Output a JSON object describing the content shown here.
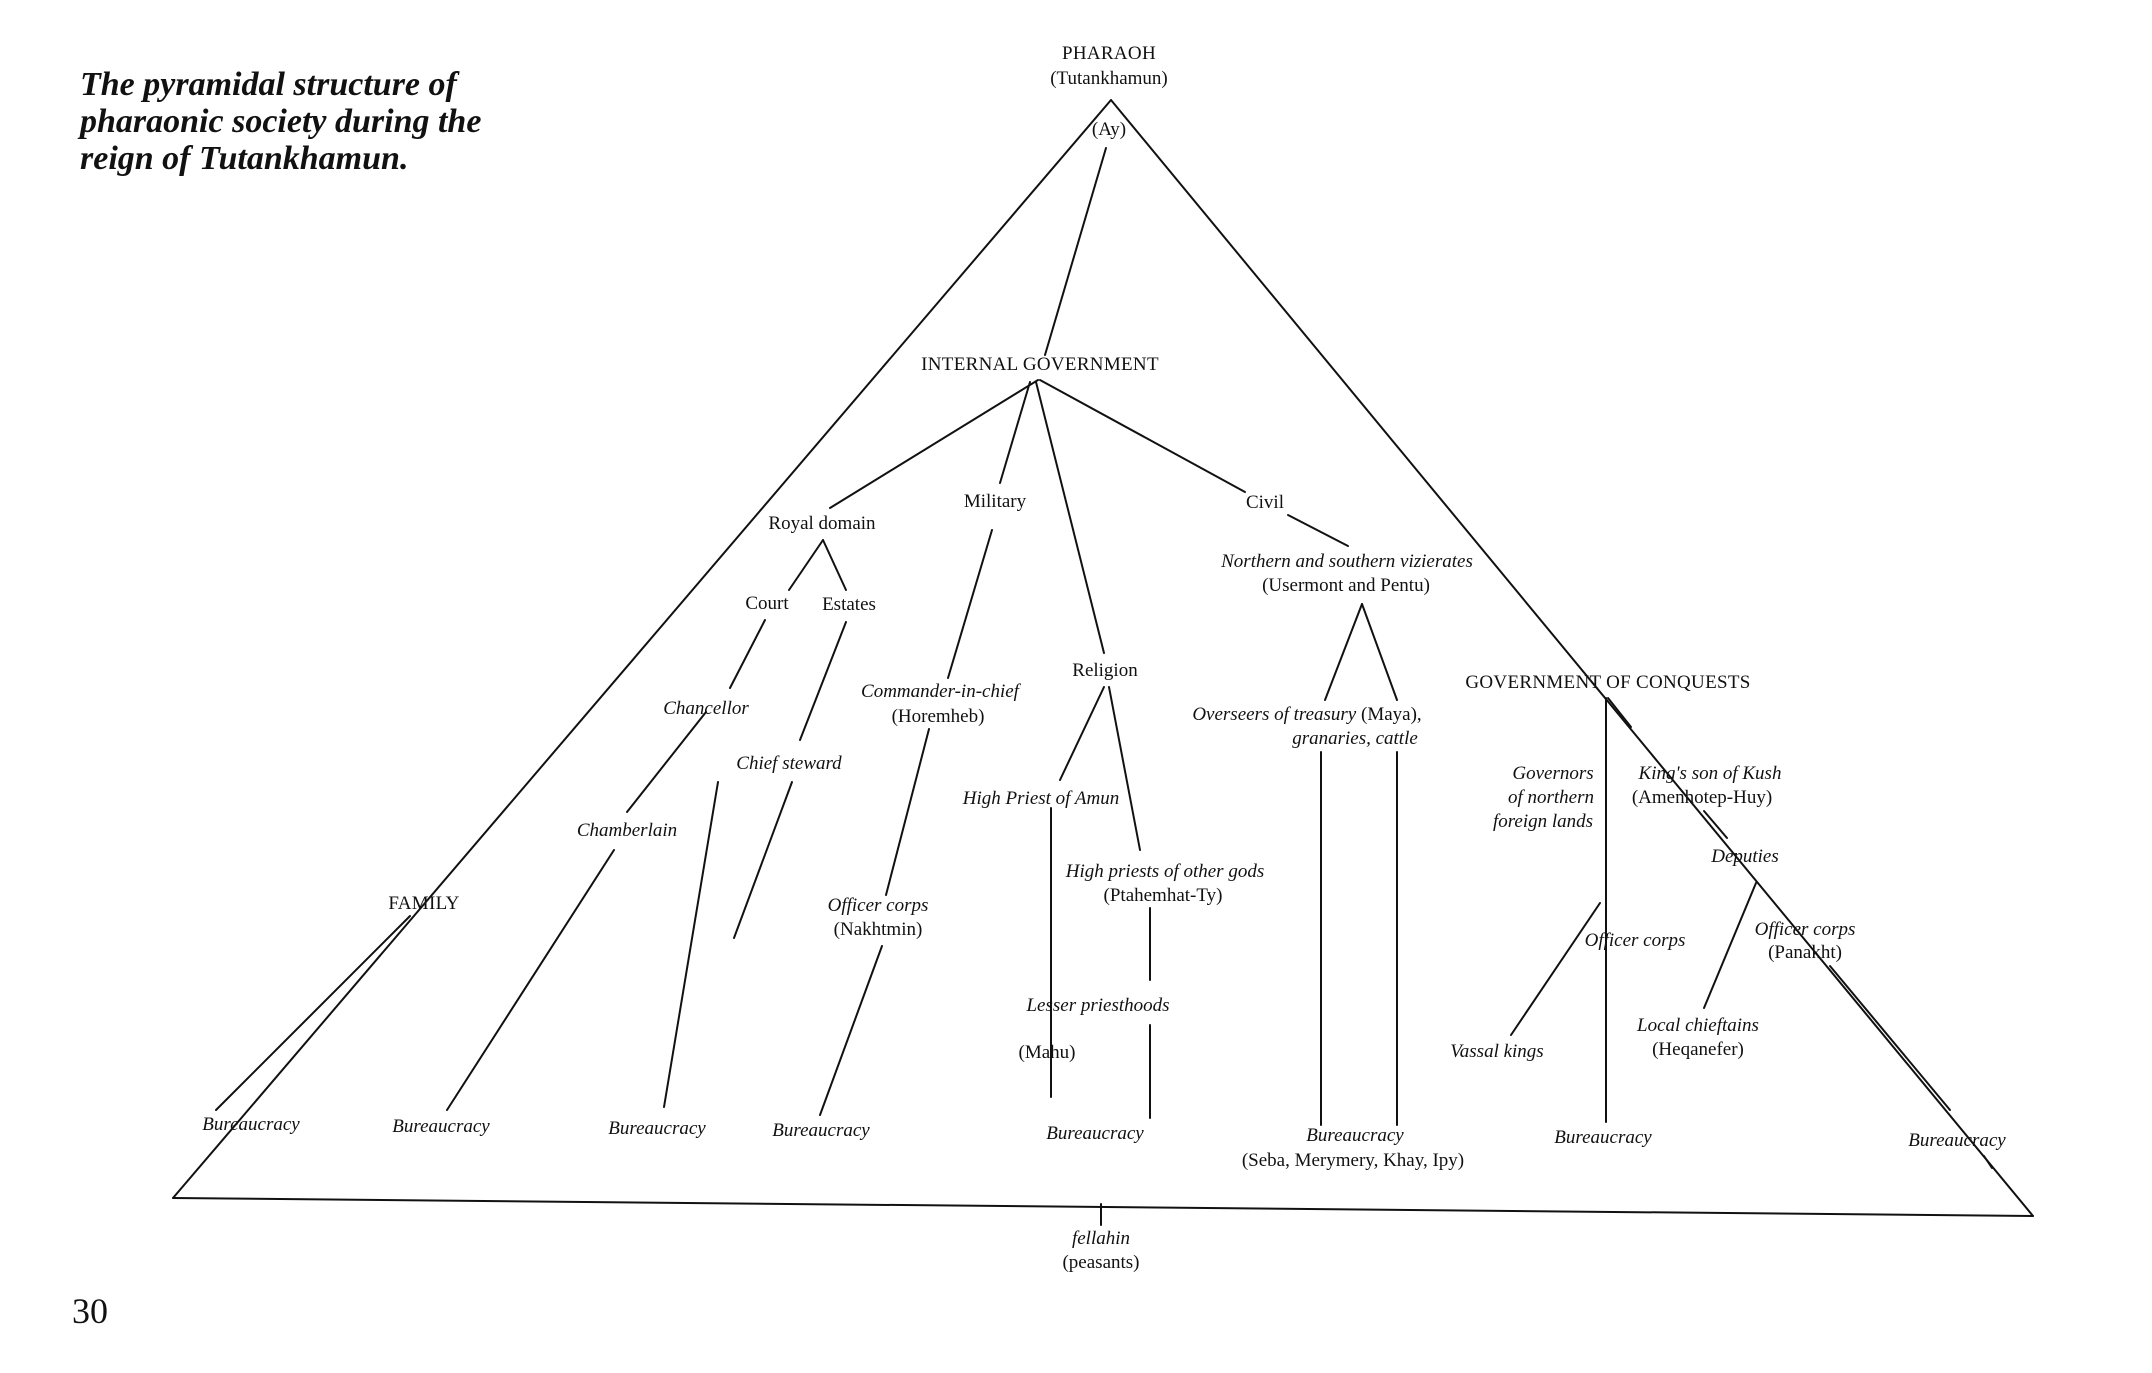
{
  "caption": "The pyramidal structure of pharaonic society during the reign of Tutankhamun.",
  "page_number": "30",
  "nodes": {
    "pharaoh": "PHARAOH",
    "pharaoh_name": "(Tutankhamun)",
    "ay": "(Ay)",
    "internal_government": "INTERNAL GOVERNMENT",
    "royal_domain": "Royal domain",
    "military": "Military",
    "civil": "Civil",
    "court": "Court",
    "estates": "Estates",
    "chancellor": "Chancellor",
    "chief_steward": "Chief steward",
    "chamberlain": "Chamberlain",
    "family": "FAMILY",
    "commander": "Commander-in-chief",
    "commander_name": "(Horemheb)",
    "officer_corps_military": "Officer corps",
    "officer_corps_military_name": "(Nakhtmin)",
    "religion": "Religion",
    "high_priest_amun": "High Priest of Amun",
    "high_priests_other": "High priests of other gods",
    "high_priests_other_name": "(Ptahemhat-Ty)",
    "lesser_priesthoods": "Lesser priesthoods",
    "mahu": "(Mahu)",
    "viziers": "Northern and southern vizierates",
    "viziers_names": "(Usermont and Pentu)",
    "overseers": "Overseers of treasury",
    "overseers_name": "(Maya),",
    "granaries": "granaries, cattle",
    "gov_conquests": "GOVERNMENT OF CONQUESTS",
    "governors_1": "Governors",
    "governors_2": "of northern",
    "governors_3": "foreign lands",
    "kings_son": "King's son of Kush",
    "kings_son_name": "(Amenhotep-Huy)",
    "deputies": "Deputies",
    "officer_corps_conquests": "Officer corps",
    "officer_corps_deputies": "Officer corps",
    "officer_corps_deputies_name": "(Panakht)",
    "vassal_kings": "Vassal kings",
    "local_chieftains": "Local chieftains",
    "local_chieftains_name": "(Heqanefer)",
    "bureaucracy": "Bureaucracy",
    "bureaucracy_civil_names": "(Seba, Merymery, Khay, Ipy)",
    "fellahin": "fellahin",
    "peasants": "(peasants)"
  }
}
